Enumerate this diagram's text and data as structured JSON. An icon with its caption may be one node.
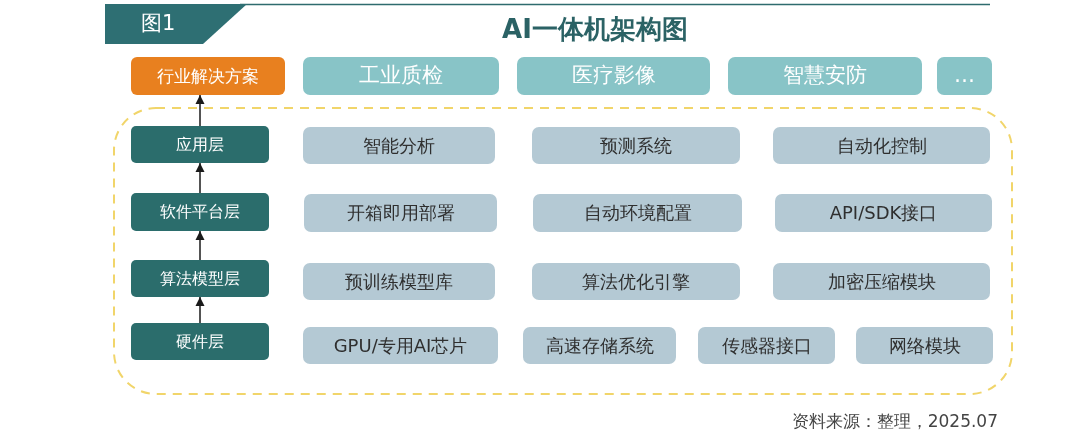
{
  "diagram": {
    "title": "AI一体机架构图",
    "nodes": [
      {
        "text": [
          "图1"
        ]
      },
      {
        "text": [
          "行业解决方案"
        ]
      },
      {
        "text": [
          "工业质检"
        ]
      },
      {
        "text": [
          "医疗影像"
        ]
      },
      {
        "text": [
          "智慧安防"
        ]
      },
      {
        "text": [
          "…"
        ]
      },
      {
        "text": [],
        "shape": "box"
      },
      {
        "text": [
          "应用层"
        ],
        "in": 6
      },
      {
        "text": [
          "智能分析"
        ],
        "in": 6
      },
      {
        "text": [
          "预测系统"
        ],
        "in": 6
      },
      {
        "text": [
          "自动化控制"
        ],
        "in": 6
      },
      {
        "text": [
          "软件平台层"
        ],
        "in": 6
      },
      {
        "text": [
          "开箱即用部署"
        ],
        "in": 6
      },
      {
        "text": [
          "自动环境配置"
        ],
        "in": 6
      },
      {
        "text": [
          "API/SDK接口"
        ],
        "in": 6
      },
      {
        "text": [
          "算法模型层"
        ],
        "in": 6
      },
      {
        "text": [
          "预训练模型库"
        ],
        "in": 6
      },
      {
        "text": [
          "算法优化引擎"
        ],
        "in": 6
      },
      {
        "text": [
          "加密压缩模块"
        ],
        "in": 6
      },
      {
        "text": [
          "硬件层"
        ],
        "in": 6
      },
      {
        "text": [
          "GPU/专用AI芯片"
        ],
        "in": 6
      },
      {
        "text": [
          "高速存储系统"
        ],
        "in": 6
      },
      {
        "text": [
          "传感器接口"
        ],
        "in": 6
      },
      {
        "text": [
          "网络模块"
        ],
        "in": 6
      }
    ],
    "edges": [
      {
        "from": 19,
        "to": 15,
        "arrow": "to"
      },
      {
        "from": 15,
        "to": 11,
        "arrow": "to"
      },
      {
        "from": 11,
        "to": 7,
        "arrow": "to"
      },
      {
        "from": 7,
        "to": 1,
        "arrow": "to"
      }
    ],
    "labels": [
      "资料来源：整理，2025.07"
    ]
  }
}
